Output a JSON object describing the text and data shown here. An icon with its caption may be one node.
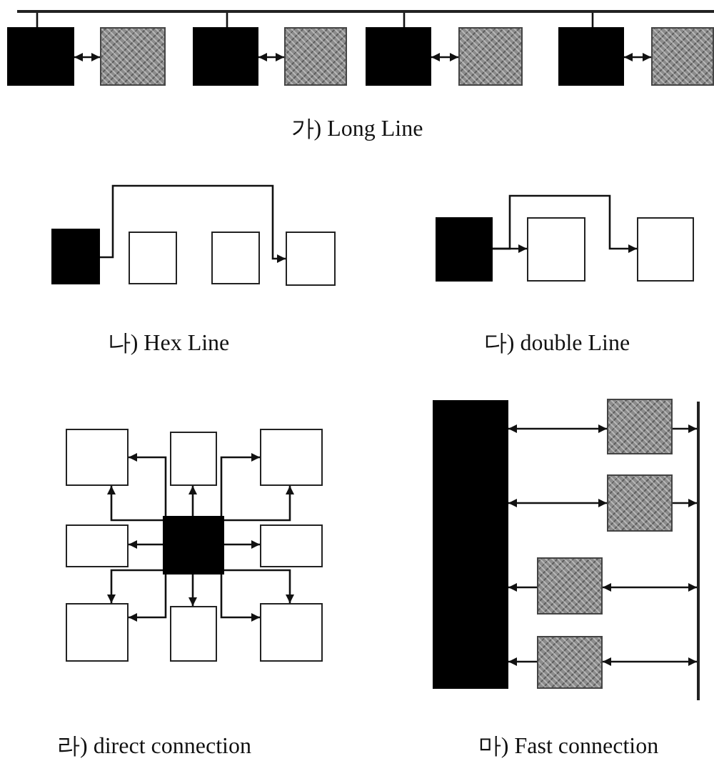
{
  "diagram": {
    "nodes": [
      {
        "text": [],
        "shape": "line"
      },
      {
        "text": [],
        "shape": "box"
      },
      {
        "text": [],
        "shape": "box"
      },
      {
        "text": [],
        "shape": "box"
      },
      {
        "text": [],
        "shape": "box"
      },
      {
        "text": [],
        "shape": "box"
      },
      {
        "text": [],
        "shape": "box"
      },
      {
        "text": [],
        "shape": "box"
      },
      {
        "text": [],
        "shape": "box"
      },
      {
        "text": [],
        "shape": "box"
      },
      {
        "text": [],
        "shape": "box"
      },
      {
        "text": [],
        "shape": "box"
      },
      {
        "text": [],
        "shape": "box"
      },
      {
        "text": [],
        "shape": "box"
      },
      {
        "text": [],
        "shape": "box"
      },
      {
        "text": [],
        "shape": "box"
      },
      {
        "text": [],
        "shape": "box"
      },
      {
        "text": [],
        "shape": "box"
      },
      {
        "text": [],
        "shape": "box"
      },
      {
        "text": [],
        "shape": "box"
      },
      {
        "text": [],
        "shape": "box"
      },
      {
        "text": [],
        "shape": "box"
      },
      {
        "text": [],
        "shape": "box"
      },
      {
        "text": [],
        "shape": "box"
      },
      {
        "text": [],
        "shape": "box"
      },
      {
        "text": [],
        "shape": "bar"
      },
      {
        "text": [],
        "shape": "box"
      },
      {
        "text": [],
        "shape": "box"
      },
      {
        "text": [],
        "shape": "box"
      },
      {
        "text": [],
        "shape": "box"
      },
      {
        "text": [],
        "shape": "line"
      }
    ],
    "edges": [
      {
        "from": 0,
        "to": 1,
        "arrow": "none"
      },
      {
        "from": 0,
        "to": 3,
        "arrow": "none"
      },
      {
        "from": 0,
        "to": 5,
        "arrow": "none"
      },
      {
        "from": 0,
        "to": 7,
        "arrow": "none"
      },
      {
        "from": 1,
        "to": 2,
        "arrow": "both"
      },
      {
        "from": 3,
        "to": 4,
        "arrow": "both"
      },
      {
        "from": 5,
        "to": 6,
        "arrow": "both"
      },
      {
        "from": 7,
        "to": 8,
        "arrow": "both"
      },
      {
        "from": 9,
        "to": 12,
        "arrow": "to"
      },
      {
        "from": 13,
        "to": 14,
        "arrow": "to"
      },
      {
        "from": 13,
        "to": 15,
        "arrow": "to"
      },
      {
        "from": 20,
        "to": 17,
        "arrow": "to"
      },
      {
        "from": 20,
        "to": 23,
        "arrow": "to"
      },
      {
        "from": 20,
        "to": 19,
        "arrow": "to"
      },
      {
        "from": 20,
        "to": 21,
        "arrow": "to"
      },
      {
        "from": 20,
        "to": 16,
        "arrow": "to"
      },
      {
        "from": 20,
        "to": 16,
        "arrow": "to"
      },
      {
        "from": 20,
        "to": 18,
        "arrow": "to"
      },
      {
        "from": 20,
        "to": 18,
        "arrow": "to"
      },
      {
        "from": 20,
        "to": 22,
        "arrow": "to"
      },
      {
        "from": 20,
        "to": 22,
        "arrow": "to"
      },
      {
        "from": 20,
        "to": 24,
        "arrow": "to"
      },
      {
        "from": 20,
        "to": 24,
        "arrow": "to"
      },
      {
        "from": 25,
        "to": 26,
        "arrow": "both"
      },
      {
        "from": 25,
        "to": 27,
        "arrow": "both"
      },
      {
        "from": 26,
        "to": 30,
        "arrow": "to"
      },
      {
        "from": 27,
        "to": 30,
        "arrow": "to"
      },
      {
        "from": 28,
        "to": 25,
        "arrow": "to"
      },
      {
        "from": 28,
        "to": 30,
        "arrow": "both"
      },
      {
        "from": 29,
        "to": 25,
        "arrow": "to"
      },
      {
        "from": 29,
        "to": 30,
        "arrow": "both"
      }
    ],
    "labels": [
      "가) Long Line",
      "나) Hex Line",
      "다) double Line",
      "라) direct connection",
      "마) Fast connection"
    ]
  }
}
